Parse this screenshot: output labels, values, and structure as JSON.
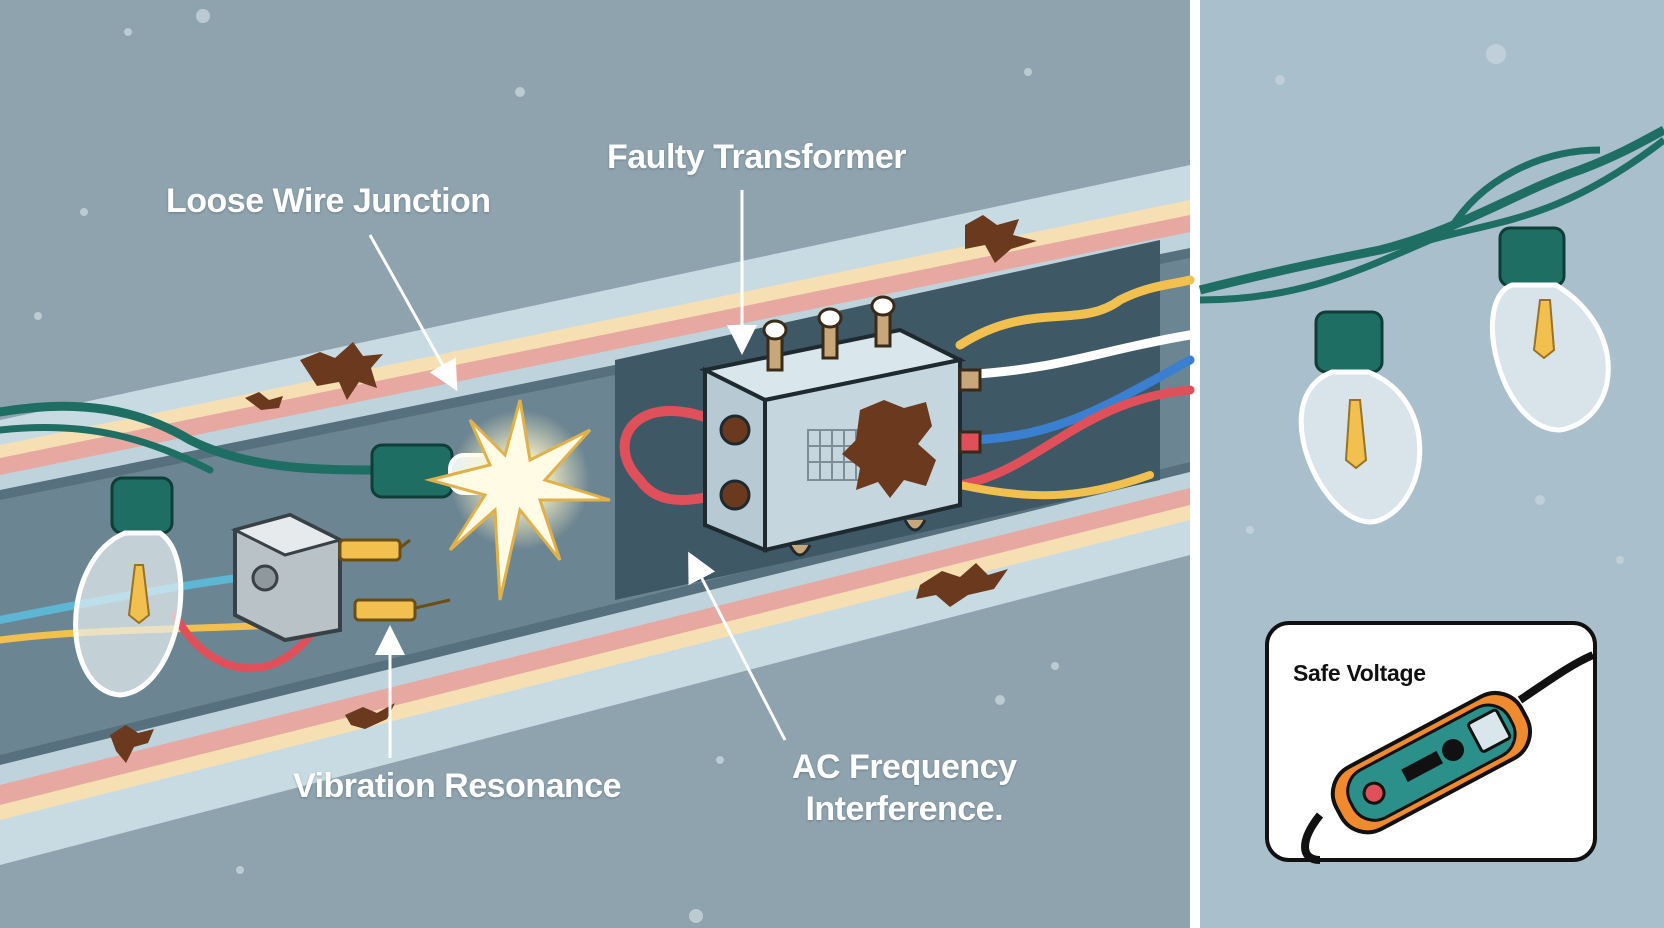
{
  "labels": {
    "loose_wire_junction": "Loose Wire Junction",
    "faulty_transformer": "Faulty Transformer",
    "vibration_resonance": "Vibration Resonance",
    "ac_frequency_line1": "AC Frequency",
    "ac_frequency_line2": "Interference.",
    "safe_voltage": "Safe Voltage"
  },
  "colors": {
    "background_left": "#8fa3ae",
    "background_right": "#a9bfcb",
    "wire_green": "#1f6e63",
    "wire_yellow": "#f2c04e",
    "wire_red": "#e0505a",
    "wire_blue": "#3b7fd0",
    "rust": "#6b3a1e",
    "tester_orange": "#f08a2e",
    "tester_teal": "#2b8f8a"
  },
  "icons": [
    "bulb-icon",
    "spark-icon",
    "transformer-icon",
    "junction-box-icon",
    "voltage-tester-icon",
    "arrow-icon"
  ]
}
